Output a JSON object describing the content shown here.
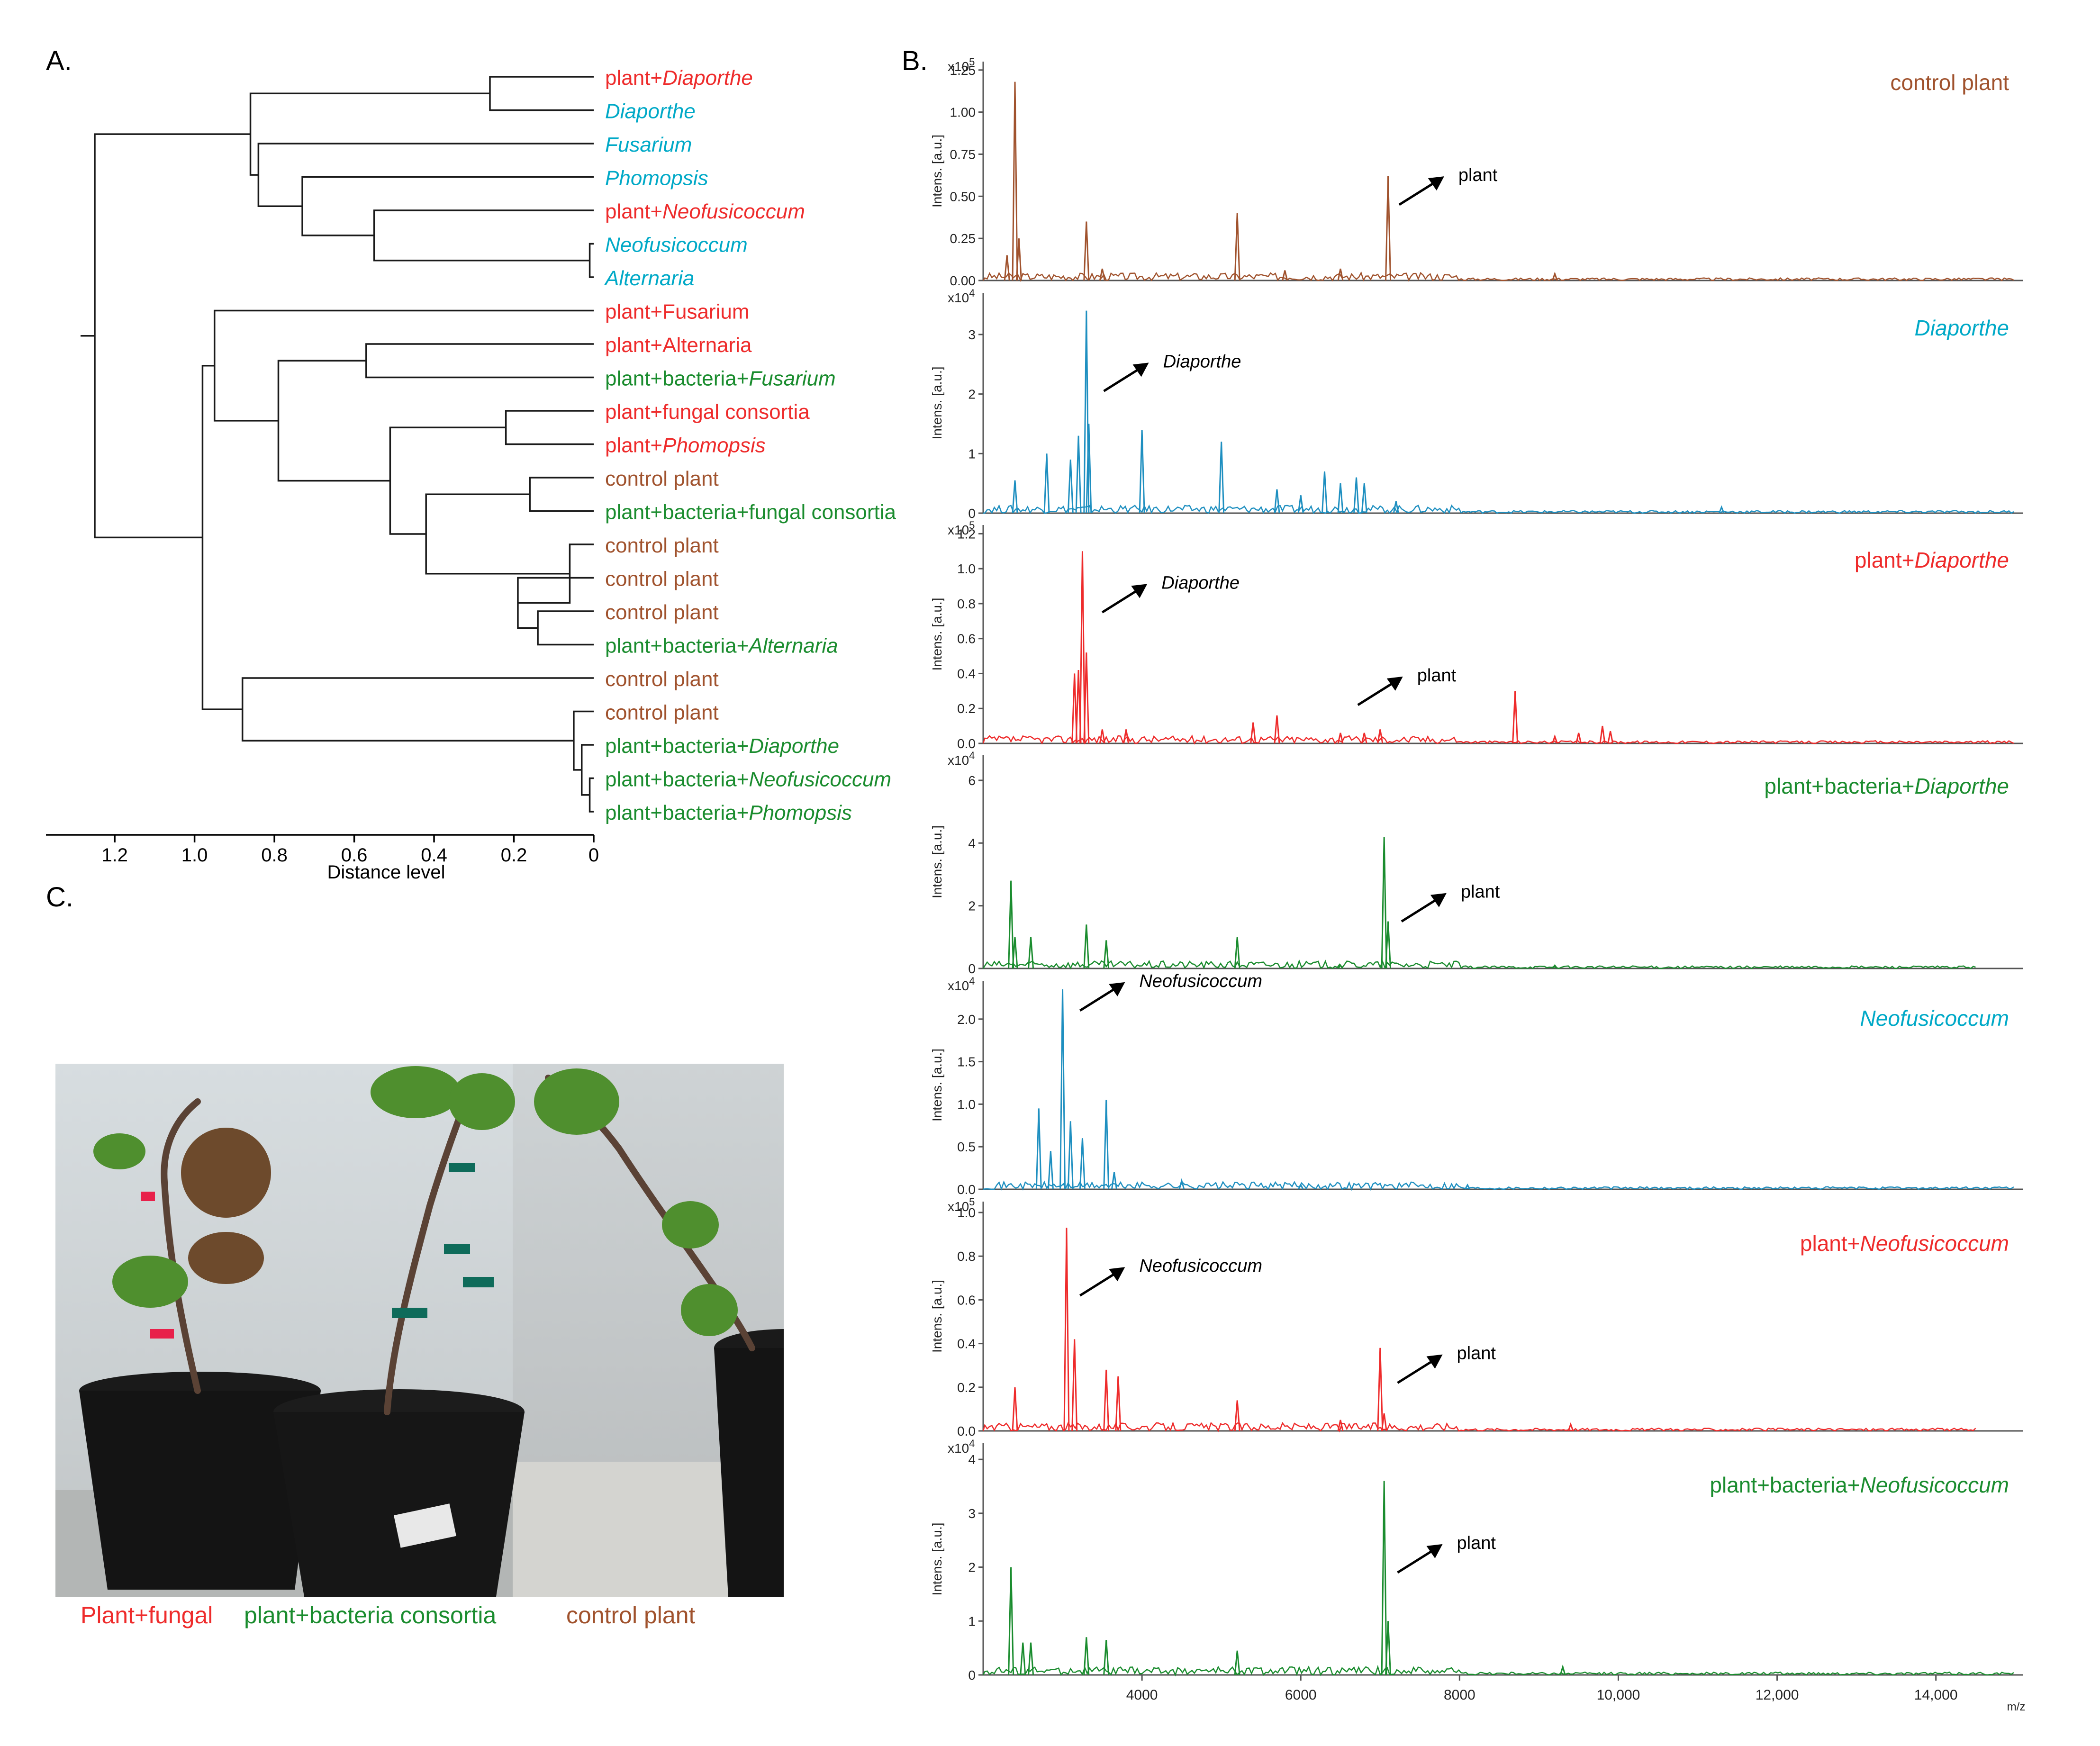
{
  "colors": {
    "plant": "#a0522d",
    "fungus": "#00a9c7",
    "infected": "#ee2b2b",
    "bacteria": "#1a8c2e",
    "spec_control": "#a0522d",
    "spec_fungus": "#1e8fc0",
    "spec_infected": "#ee2b2b",
    "spec_bacteria": "#1a8c2e"
  },
  "panel_a": {
    "letter": "A.",
    "xaxis_label": "Distance level",
    "ticks": [
      "1.2",
      "1.0",
      "0.8",
      "0.6",
      "0.4",
      "0.2",
      "0"
    ],
    "leaves": [
      {
        "parts": [
          {
            "t": "plant+",
            "i": false
          },
          {
            "t": "Diaporthe",
            "i": true
          }
        ],
        "group": "infected"
      },
      {
        "parts": [
          {
            "t": "Diaporthe",
            "i": true
          }
        ],
        "group": "fungus"
      },
      {
        "parts": [
          {
            "t": "Fusarium",
            "i": true
          }
        ],
        "group": "fungus"
      },
      {
        "parts": [
          {
            "t": "Phomopsis",
            "i": true
          }
        ],
        "group": "fungus"
      },
      {
        "parts": [
          {
            "t": "plant+",
            "i": false
          },
          {
            "t": "Neofusicoccum",
            "i": true
          }
        ],
        "group": "infected"
      },
      {
        "parts": [
          {
            "t": "Neofusicoccum",
            "i": true
          }
        ],
        "group": "fungus"
      },
      {
        "parts": [
          {
            "t": "Alternaria",
            "i": true
          }
        ],
        "group": "fungus"
      },
      {
        "parts": [
          {
            "t": "plant+Fusarium",
            "i": false
          }
        ],
        "group": "infected"
      },
      {
        "parts": [
          {
            "t": "plant+Alternaria",
            "i": false
          }
        ],
        "group": "infected"
      },
      {
        "parts": [
          {
            "t": "plant+bacteria+",
            "i": false
          },
          {
            "t": "Fusarium",
            "i": true
          }
        ],
        "group": "bacteria"
      },
      {
        "parts": [
          {
            "t": "plant+fungal consortia",
            "i": false
          }
        ],
        "group": "infected"
      },
      {
        "parts": [
          {
            "t": "plant+",
            "i": false
          },
          {
            "t": "Phomopsis",
            "i": true
          }
        ],
        "group": "infected"
      },
      {
        "parts": [
          {
            "t": "control plant",
            "i": false
          }
        ],
        "group": "plant"
      },
      {
        "parts": [
          {
            "t": "plant+bacteria+fungal consortia",
            "i": false
          }
        ],
        "group": "bacteria"
      },
      {
        "parts": [
          {
            "t": "control plant",
            "i": false
          }
        ],
        "group": "plant"
      },
      {
        "parts": [
          {
            "t": "control plant",
            "i": false
          }
        ],
        "group": "plant"
      },
      {
        "parts": [
          {
            "t": "control plant",
            "i": false
          }
        ],
        "group": "plant"
      },
      {
        "parts": [
          {
            "t": "plant+bacteria+",
            "i": false
          },
          {
            "t": "Alternaria",
            "i": true
          }
        ],
        "group": "bacteria"
      },
      {
        "parts": [
          {
            "t": "control plant",
            "i": false
          }
        ],
        "group": "plant"
      },
      {
        "parts": [
          {
            "t": "control plant",
            "i": false
          }
        ],
        "group": "plant"
      },
      {
        "parts": [
          {
            "t": "plant+bacteria+",
            "i": false
          },
          {
            "t": "Diaporthe",
            "i": true
          }
        ],
        "group": "bacteria"
      },
      {
        "parts": [
          {
            "t": "plant+bacteria+",
            "i": false
          },
          {
            "t": "Neofusicoccum",
            "i": true
          }
        ],
        "group": "bacteria"
      },
      {
        "parts": [
          {
            "t": "plant+bacteria+",
            "i": false
          },
          {
            "t": "Phomopsis",
            "i": true
          }
        ],
        "group": "bacteria"
      }
    ],
    "merges": [
      {
        "a": 0,
        "b": 1,
        "d": 0.26
      },
      {
        "a": 5,
        "b": 6,
        "d": 0.01
      },
      {
        "a": 4,
        "b": "m1",
        "d": 0.55
      },
      {
        "a": 3,
        "b": "m2",
        "d": 0.73
      },
      {
        "a": 2,
        "b": "m3",
        "d": 0.84
      },
      {
        "a": "m0",
        "b": "m4",
        "d": 0.86
      },
      {
        "a": 8,
        "b": 9,
        "d": 0.57
      },
      {
        "a": 10,
        "b": 11,
        "d": 0.22
      },
      {
        "a": 12,
        "b": 13,
        "d": 0.16
      },
      {
        "a": 16,
        "b": 17,
        "d": 0.14
      },
      {
        "a": 15,
        "b": "m9",
        "d": 0.19
      },
      {
        "a": 14,
        "b": "m10",
        "d": 0.06
      },
      {
        "a": "m8",
        "b": "m11",
        "d": 0.42
      },
      {
        "a": "m7",
        "b": "m12",
        "d": 0.51
      },
      {
        "a": "m6",
        "b": "m13",
        "d": 0.79
      },
      {
        "a": 7,
        "b": "m14",
        "d": 0.95
      },
      {
        "a": 21,
        "b": 22,
        "d": 0.01
      },
      {
        "a": 20,
        "b": "m16",
        "d": 0.03
      },
      {
        "a": 19,
        "b": "m17",
        "d": 0.05
      },
      {
        "a": 18,
        "b": "m18",
        "d": 0.88
      },
      {
        "a": "m15",
        "b": "m19",
        "d": 0.98
      },
      {
        "a": "m5",
        "b": "m20",
        "d": 1.25
      }
    ]
  },
  "panel_b": {
    "letter": "B.",
    "xaxis_label": "m/z",
    "ylabel": "Intens. [a.u.]",
    "x_ticks": [
      "4000",
      "6000",
      "8000",
      "10,000",
      "12,000",
      "14,000"
    ],
    "spectra": [
      {
        "title_parts": [
          {
            "t": "control plant",
            "i": false
          }
        ],
        "title_group": "plant",
        "color": "spec_control",
        "scale": "x10",
        "exp": "5",
        "y_ticks": [
          "1.25",
          "1.00",
          "0.75",
          "0.50",
          "0.25",
          "0.00"
        ],
        "ymax": 1.3,
        "tick_vals": [
          1.25,
          1.0,
          0.75,
          0.5,
          0.25,
          0
        ],
        "peaks": [
          [
            2400,
            1.18
          ],
          [
            2450,
            0.25
          ],
          [
            2300,
            0.15
          ],
          [
            3300,
            0.35
          ],
          [
            3500,
            0.07
          ],
          [
            5200,
            0.4
          ],
          [
            5800,
            0.06
          ],
          [
            6500,
            0.07
          ],
          [
            7100,
            0.62
          ],
          [
            9200,
            0.04
          ]
        ],
        "annot": [
          {
            "text": "plant",
            "italic": false,
            "pos": "b2-ann1"
          }
        ],
        "end_x": 15000
      },
      {
        "title_parts": [
          {
            "t": "Diaporthe",
            "i": true
          }
        ],
        "title_group": "fungus",
        "color": "spec_fungus",
        "scale": "x10",
        "exp": "4",
        "y_ticks": [
          "3",
          "2",
          "1",
          "0"
        ],
        "ymax": 3.7,
        "tick_vals": [
          3,
          2,
          1,
          0
        ],
        "peaks": [
          [
            2400,
            0.55
          ],
          [
            2800,
            1.0
          ],
          [
            3100,
            0.9
          ],
          [
            3200,
            1.3
          ],
          [
            3300,
            3.4
          ],
          [
            3330,
            1.5
          ],
          [
            4000,
            1.4
          ],
          [
            5000,
            1.2
          ],
          [
            5700,
            0.4
          ],
          [
            6000,
            0.3
          ],
          [
            6300,
            0.7
          ],
          [
            6500,
            0.5
          ],
          [
            6700,
            0.6
          ],
          [
            6800,
            0.5
          ],
          [
            7200,
            0.2
          ],
          [
            11300,
            0.1
          ]
        ],
        "annot": [
          {
            "text": "Diaporthe",
            "italic": true,
            "pos": "b2-ann2"
          }
        ],
        "end_x": 15000
      },
      {
        "title_parts": [
          {
            "t": "plant+",
            "i": false
          },
          {
            "t": "Diaporthe",
            "i": true
          }
        ],
        "title_group": "infected",
        "color": "spec_infected",
        "scale": "x10",
        "exp": "5",
        "y_ticks": [
          "1.2",
          "1.0",
          "0.8",
          "0.6",
          "0.4",
          "0.2",
          "0.0"
        ],
        "ymax": 1.25,
        "tick_vals": [
          1.2,
          1.0,
          0.8,
          0.6,
          0.4,
          0.2,
          0
        ],
        "peaks": [
          [
            3150,
            0.4
          ],
          [
            3200,
            0.42
          ],
          [
            3250,
            1.1
          ],
          [
            3300,
            0.52
          ],
          [
            3500,
            0.08
          ],
          [
            3800,
            0.08
          ],
          [
            5400,
            0.12
          ],
          [
            5700,
            0.16
          ],
          [
            6500,
            0.06
          ],
          [
            6800,
            0.06
          ],
          [
            7000,
            0.08
          ],
          [
            8700,
            0.3
          ],
          [
            9200,
            0.04
          ],
          [
            9500,
            0.06
          ],
          [
            9800,
            0.1
          ],
          [
            9900,
            0.07
          ]
        ],
        "annot": [
          {
            "text": "Diaporthe",
            "italic": true,
            "pos": "b2-ann3"
          },
          {
            "text": "plant",
            "italic": false,
            "pos": "b2-ann4"
          }
        ],
        "end_x": 15000
      },
      {
        "title_parts": [
          {
            "t": "plant+bacteria+",
            "i": false
          },
          {
            "t": "Diaporthe",
            "i": true
          }
        ],
        "title_group": "bacteria",
        "color": "spec_bacteria",
        "scale": "x10",
        "exp": "4",
        "y_ticks": [
          "6",
          "4",
          "2",
          "0"
        ],
        "ymax": 6.8,
        "tick_vals": [
          6,
          4,
          2,
          0
        ],
        "peaks": [
          [
            2350,
            2.8
          ],
          [
            2400,
            1.0
          ],
          [
            2600,
            1.0
          ],
          [
            3300,
            1.4
          ],
          [
            3550,
            0.9
          ],
          [
            5200,
            1.0
          ],
          [
            6500,
            0.1
          ],
          [
            7050,
            4.2
          ],
          [
            7100,
            1.5
          ],
          [
            9200,
            0.1
          ]
        ],
        "annot": [
          {
            "text": "plant",
            "italic": false,
            "pos": "b2-ann5"
          }
        ],
        "end_x": 14500
      },
      {
        "title_parts": [
          {
            "t": "Neofusicoccum",
            "i": true
          }
        ],
        "title_group": "fungus",
        "color": "spec_fungus",
        "scale": "x10",
        "exp": "4",
        "y_ticks": [
          "2.0",
          "1.5",
          "1.0",
          "0.5",
          "0.0"
        ],
        "ymax": 2.45,
        "tick_vals": [
          2.0,
          1.5,
          1.0,
          0.5,
          0
        ],
        "peaks": [
          [
            2700,
            0.95
          ],
          [
            2850,
            0.45
          ],
          [
            3000,
            2.35
          ],
          [
            3100,
            0.8
          ],
          [
            3250,
            0.6
          ],
          [
            3550,
            1.05
          ],
          [
            3650,
            0.2
          ],
          [
            4500,
            0.1
          ],
          [
            6000,
            0.05
          ],
          [
            8100,
            0.05
          ]
        ],
        "annot": [
          {
            "text": "Neofusicoccum",
            "italic": true,
            "pos": "b2-ann6"
          }
        ],
        "end_x": 15000
      },
      {
        "title_parts": [
          {
            "t": "plant+",
            "i": false
          },
          {
            "t": "Neofusicoccum",
            "i": true
          }
        ],
        "title_group": "infected",
        "color": "spec_infected",
        "scale": "x10",
        "exp": "5",
        "y_ticks": [
          "1.0",
          "0.8",
          "0.6",
          "0.4",
          "0.2",
          "0.0"
        ],
        "ymax": 1.05,
        "tick_vals": [
          1.0,
          0.8,
          0.6,
          0.4,
          0.2,
          0
        ],
        "peaks": [
          [
            2400,
            0.2
          ],
          [
            3050,
            0.93
          ],
          [
            3150,
            0.42
          ],
          [
            3550,
            0.28
          ],
          [
            3700,
            0.25
          ],
          [
            5200,
            0.14
          ],
          [
            6500,
            0.05
          ],
          [
            7000,
            0.38
          ],
          [
            7050,
            0.08
          ],
          [
            9400,
            0.03
          ]
        ],
        "annot": [
          {
            "text": "Neofusicoccum",
            "italic": true,
            "pos": "b2-ann7"
          },
          {
            "text": "plant",
            "italic": false,
            "pos": "b2-ann8"
          }
        ],
        "end_x": 14500
      },
      {
        "title_parts": [
          {
            "t": "plant+bacteria+",
            "i": false
          },
          {
            "t": "Neofusicoccum",
            "i": true
          }
        ],
        "title_group": "bacteria",
        "color": "spec_bacteria",
        "scale": "x10",
        "exp": "4",
        "y_ticks": [
          "4",
          "3",
          "2",
          "1",
          "0"
        ],
        "ymax": 4.3,
        "tick_vals": [
          4,
          3,
          2,
          1,
          0
        ],
        "peaks": [
          [
            2350,
            2.0
          ],
          [
            2500,
            0.6
          ],
          [
            2600,
            0.6
          ],
          [
            3300,
            0.7
          ],
          [
            3550,
            0.65
          ],
          [
            5200,
            0.45
          ],
          [
            7050,
            3.6
          ],
          [
            7100,
            1.0
          ],
          [
            9300,
            0.15
          ]
        ],
        "annot": [
          {
            "text": "plant",
            "italic": false,
            "pos": "b2-ann9"
          }
        ],
        "end_x": 15000
      }
    ]
  },
  "panel_c": {
    "letter": "C.",
    "captions": [
      {
        "text": "Plant+fungal",
        "group": "infected"
      },
      {
        "text": "plant+bacteria consortia",
        "group": "bacteria"
      },
      {
        "text": "control plant",
        "group": "plant"
      }
    ]
  }
}
